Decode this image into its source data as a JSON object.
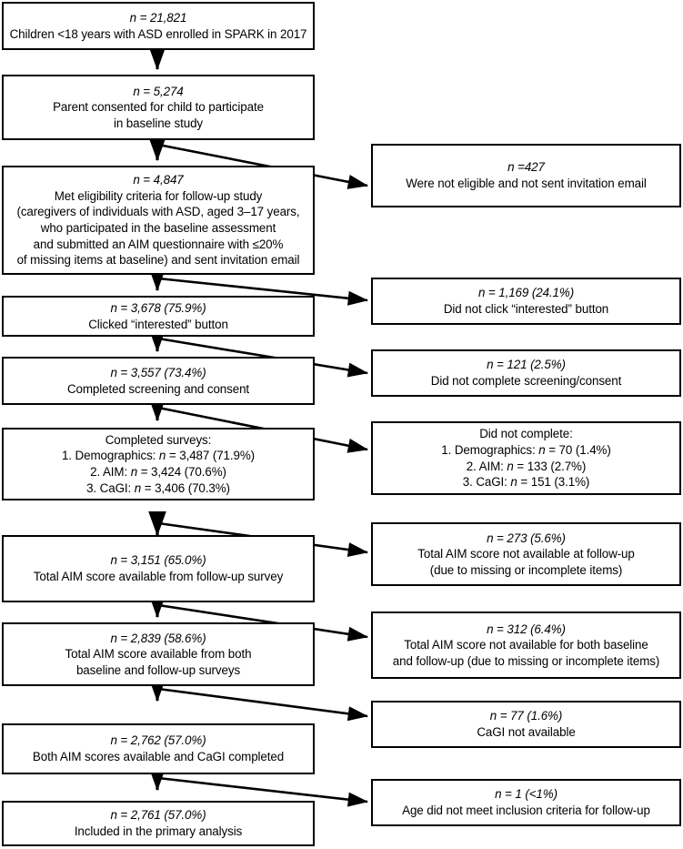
{
  "figure": {
    "type": "flow-diagram",
    "title": "Participant flow diagram (CONSORT-style) for SPARK follow-up study",
    "colors": {
      "background": "#ffffff",
      "box_border": "#000000",
      "text": "#000000",
      "connector": "#000000"
    }
  },
  "main_flow": [
    {
      "id": "enrolled",
      "n_label": "n = 21,821",
      "lines": [
        "Children <18 years with ASD enrolled in SPARK in 2017"
      ]
    },
    {
      "id": "consented",
      "n_label": "n = 5,274",
      "lines": [
        "Parent consented for child to participate",
        "in baseline study"
      ]
    },
    {
      "id": "eligible",
      "n_label": "n = 4,847",
      "lines": [
        "Met eligibility criteria for follow-up study",
        "(caregivers of individuals with ASD, aged 3–17 years,",
        "who participated in the baseline assessment",
        "and submitted an AIM questionnaire with ≤20%",
        "of missing items at baseline) and sent invitation email"
      ]
    },
    {
      "id": "clicked-interested",
      "n_label": "n = 3,678 (75.9%)",
      "lines": [
        "Clicked “interested” button"
      ]
    },
    {
      "id": "completed-screening",
      "n_label": "n = 3,557 (73.4%)",
      "lines": [
        "Completed screening and consent"
      ]
    },
    {
      "id": "completed-surveys",
      "n_label": "",
      "lines": [
        "Completed surveys:",
        "1. Demographics:  n = 3,487 (71.9%)",
        "2. AIM: n = 3,424 (70.6%)",
        "3. CaGI: n = 3,406 (70.3%)"
      ]
    },
    {
      "id": "aim-followup",
      "n_label": "n = 3,151 (65.0%)",
      "lines": [
        "Total AIM score available from follow-up survey"
      ]
    },
    {
      "id": "aim-both",
      "n_label": "n = 2,839 (58.6%)",
      "lines": [
        "Total AIM score available from both",
        "baseline and follow-up surveys"
      ]
    },
    {
      "id": "aim-and-cagi",
      "n_label": "n = 2,762 (57.0%)",
      "lines": [
        "Both AIM scores available and CaGI completed"
      ]
    },
    {
      "id": "primary-analysis",
      "n_label": "n = 2,761 (57.0%)",
      "lines": [
        "Included in the primary analysis"
      ]
    }
  ],
  "exclusions": [
    {
      "id": "not-eligible",
      "n_label": "n =427",
      "lines": [
        "Were not eligible and not sent invitation email"
      ]
    },
    {
      "id": "did-not-click",
      "n_label": "n = 1,169 (24.1%)",
      "lines": [
        "Did not click “interested” button"
      ]
    },
    {
      "id": "no-screening",
      "n_label": "n = 121 (2.5%)",
      "lines": [
        "Did not complete screening/consent"
      ]
    },
    {
      "id": "did-not-complete",
      "n_label": "",
      "lines": [
        "Did not complete:",
        "1. Demographics: n = 70 (1.4%)",
        "2. AIM: n = 133 (2.7%)",
        "3. CaGI: n = 151 (3.1%)"
      ]
    },
    {
      "id": "no-aim-followup",
      "n_label": "n = 273 (5.6%)",
      "lines": [
        "Total AIM score not available at follow-up",
        "(due to missing or incomplete items)"
      ]
    },
    {
      "id": "no-aim-both",
      "n_label": "n = 312 (6.4%)",
      "lines": [
        "Total AIM score not available for both baseline",
        "and follow-up (due to missing or incomplete items)"
      ]
    },
    {
      "id": "no-cagi",
      "n_label": "n = 77 (1.6%)",
      "lines": [
        "CaGI not available"
      ]
    },
    {
      "id": "age-exclusion",
      "n_label": "n = 1 (<1%)",
      "lines": [
        "Age did not meet inclusion criteria for follow-up"
      ]
    }
  ]
}
